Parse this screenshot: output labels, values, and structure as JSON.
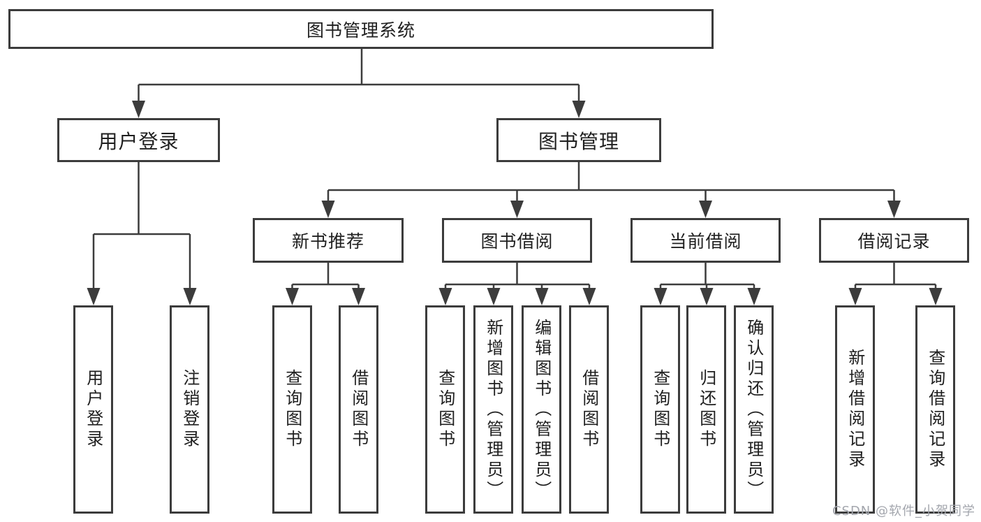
{
  "nodes": {
    "root": {
      "label": "图书管理系统"
    },
    "level2": [
      {
        "label": "用户登录"
      },
      {
        "label": "图书管理"
      }
    ],
    "level3": [
      {
        "label": "新书推荐"
      },
      {
        "label": "图书借阅"
      },
      {
        "label": "当前借阅"
      },
      {
        "label": "借阅记录"
      }
    ],
    "leaves": [
      {
        "label": "用户登录"
      },
      {
        "label": "注销登录"
      },
      {
        "label": "查询图书"
      },
      {
        "label": "借阅图书"
      },
      {
        "label": "查询图书"
      },
      {
        "label": "新增图书（管理员）"
      },
      {
        "label": "编辑图书（管理员）"
      },
      {
        "label": "借阅图书"
      },
      {
        "label": "查询图书"
      },
      {
        "label": "归还图书"
      },
      {
        "label": "确认归还（管理员）"
      },
      {
        "label": "新增借阅记录"
      },
      {
        "label": "查询借阅记录"
      }
    ]
  },
  "watermark": {
    "text": "CSDN @软件_小贺同学"
  },
  "colors": {
    "line": "#3c3c3c",
    "border": "#3c3c3c",
    "text": "#1f1f1f",
    "watermark_text": "#a3a6ad",
    "background": "#ffffff"
  }
}
